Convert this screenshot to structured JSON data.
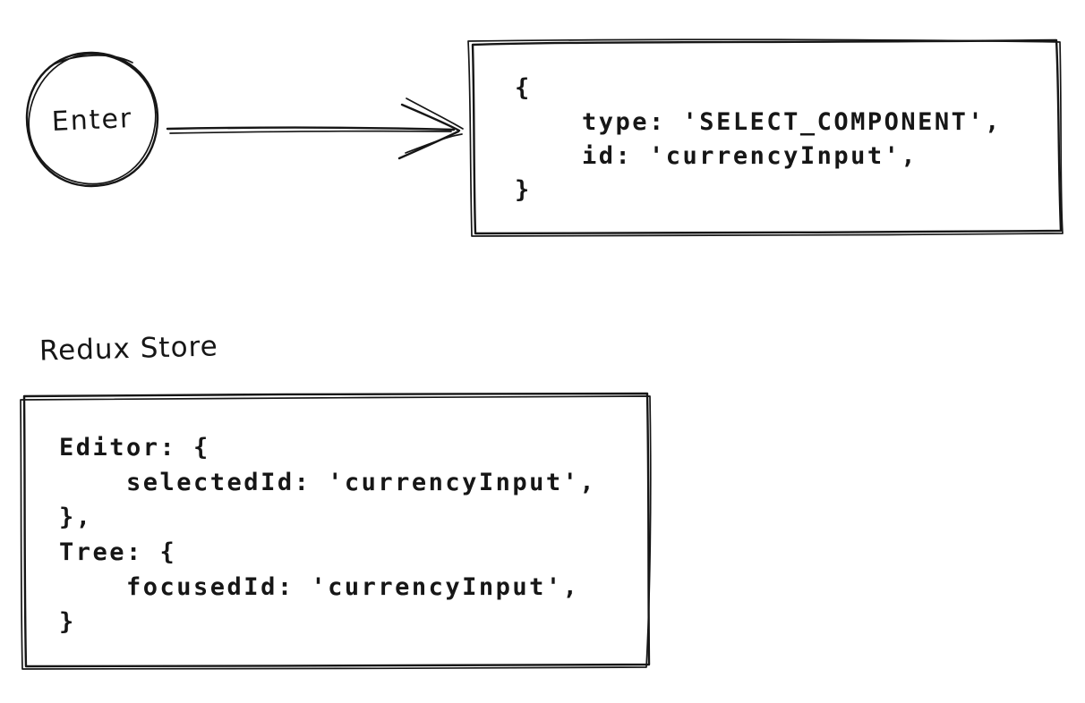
{
  "colors": {
    "ink": "#161616",
    "background": "#ffffff"
  },
  "start_node": {
    "label": "Enter"
  },
  "action_box": {
    "code": "{\n    type: 'SELECT_COMPONENT',\n    id: 'currencyInput',\n}"
  },
  "store": {
    "label": "Redux Store",
    "code": "Editor: {\n    selectedId: 'currencyInput',\n},\nTree: {\n    focusedId: 'currencyInput',\n}"
  }
}
